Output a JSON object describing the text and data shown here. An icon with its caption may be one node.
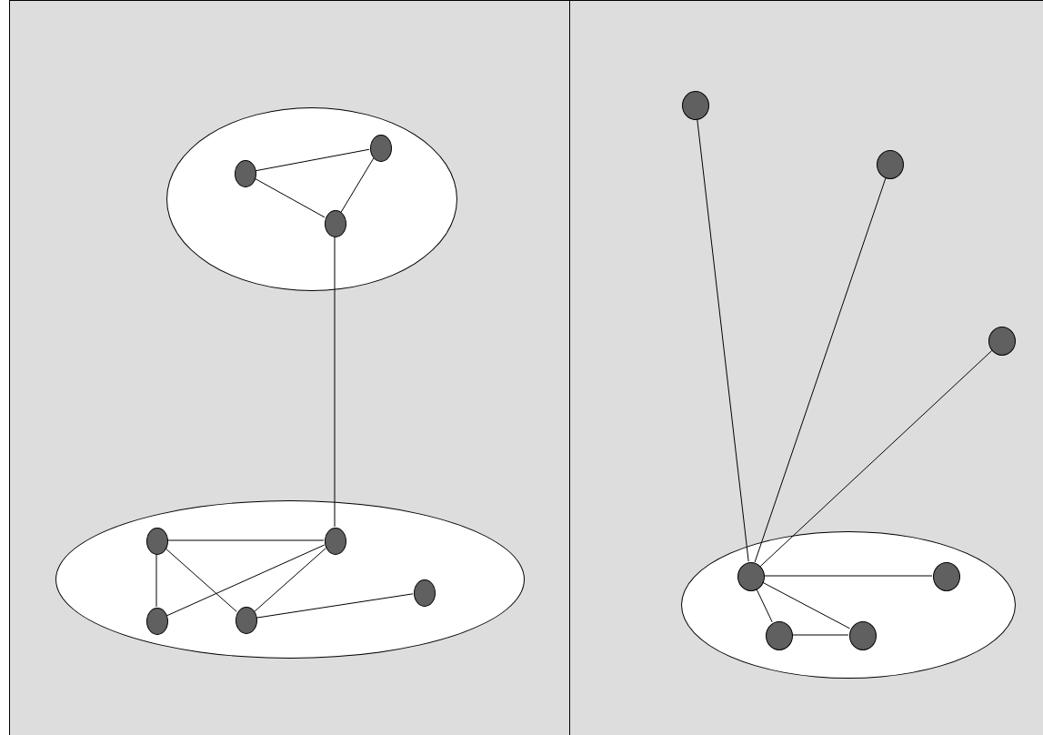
{
  "diagram": {
    "nodes": [
      {
        "text": [],
        "shape": "ellipse"
      },
      {
        "text": [],
        "shape": "circle",
        "in": 0
      },
      {
        "text": [],
        "shape": "circle",
        "in": 0
      },
      {
        "text": [],
        "shape": "circle",
        "in": 0
      },
      {
        "text": [],
        "shape": "ellipse"
      },
      {
        "text": [],
        "shape": "circle",
        "in": 4
      },
      {
        "text": [],
        "shape": "circle",
        "in": 4
      },
      {
        "text": [],
        "shape": "circle",
        "in": 4
      },
      {
        "text": [],
        "shape": "circle",
        "in": 4
      },
      {
        "text": [],
        "shape": "circle",
        "in": 4
      },
      {
        "text": [],
        "shape": "circle"
      },
      {
        "text": [],
        "shape": "circle"
      },
      {
        "text": [],
        "shape": "circle"
      },
      {
        "text": [],
        "shape": "ellipse"
      },
      {
        "text": [],
        "shape": "circle",
        "in": 13
      },
      {
        "text": [],
        "shape": "circle",
        "in": 13
      },
      {
        "text": [],
        "shape": "circle",
        "in": 13
      },
      {
        "text": [],
        "shape": "circle",
        "in": 13
      }
    ],
    "edges": [
      {
        "from": 1,
        "to": 2,
        "arrow": "none"
      },
      {
        "from": 1,
        "to": 3,
        "arrow": "none"
      },
      {
        "from": 2,
        "to": 3,
        "arrow": "none"
      },
      {
        "from": 3,
        "to": 6,
        "arrow": "none"
      },
      {
        "from": 5,
        "to": 6,
        "arrow": "none"
      },
      {
        "from": 5,
        "to": 8,
        "arrow": "none"
      },
      {
        "from": 5,
        "to": 9,
        "arrow": "none"
      },
      {
        "from": 8,
        "to": 6,
        "arrow": "none"
      },
      {
        "from": 9,
        "to": 6,
        "arrow": "none"
      },
      {
        "from": 9,
        "to": 7,
        "arrow": "none"
      },
      {
        "from": 10,
        "to": 14,
        "arrow": "none"
      },
      {
        "from": 11,
        "to": 14,
        "arrow": "none"
      },
      {
        "from": 12,
        "to": 14,
        "arrow": "none"
      },
      {
        "from": 14,
        "to": 15,
        "arrow": "none"
      },
      {
        "from": 14,
        "to": 16,
        "arrow": "none"
      },
      {
        "from": 14,
        "to": 17,
        "arrow": "none"
      },
      {
        "from": 16,
        "to": 17,
        "arrow": "none"
      }
    ]
  }
}
